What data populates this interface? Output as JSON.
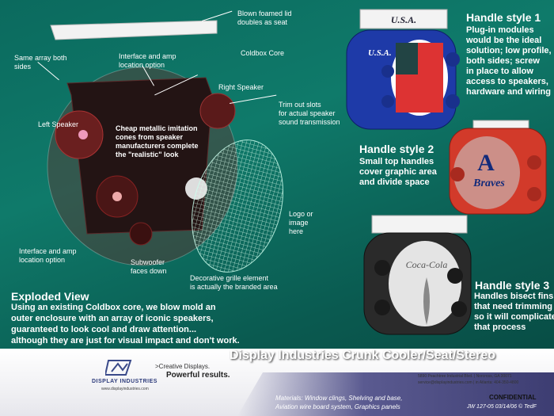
{
  "labels": {
    "lid": "Blown foamed lid\ndoubles as seat",
    "same_array": "Same array both\nsides",
    "interface_top": "Interface and amp\nlocation option",
    "coldbox": "Coldbox Core",
    "right_speaker": "Right Speaker",
    "left_speaker": "Left Speaker",
    "trim": "Trim out slots\nfor actual speaker\nsound transmission",
    "cones": "Cheap metallic imitation\ncones from speaker\nmanufacturers complete\nthe \"realistic\" look",
    "logo": "Logo or\nimage\nhere",
    "interface_bottom": "Interface and amp\nlocation option",
    "subwoofer": "Subwoofer\nfaces down",
    "grille": "Decorative grille element\nis actually the branded area"
  },
  "handles": [
    {
      "title": "Handle style 1",
      "desc": "Plug-in modules\nwould be the ideal\nsolution; low profile,\nboth sides; screw\nin place to allow\naccess to speakers,\nhardware and wiring"
    },
    {
      "title": "Handle style 2",
      "desc": "Small top handles\ncover graphic area\nand divide space"
    },
    {
      "title": "Handle style 3",
      "desc": "Handles bisect fins\nthat need trimming\nso it will complicate\nthat process"
    }
  ],
  "products": {
    "usa_text": "U.S.A.",
    "usa_top": "U.S.A.",
    "braves": "Braves",
    "coke": "Coca-Cola"
  },
  "exploded": {
    "title": "Exploded View",
    "body": "Using an existing Coldbox core, we blow mold an\nouter enclosure with an array of iconic speakers,\nguaranteed to look cool and draw attention...\nalthough they are just for visual impact and don't work."
  },
  "footer": {
    "headline": "Display Industries Crunk Cooler/Seat/Stereo",
    "company": "DISPLAY INDUSTRIES",
    "website": "www.displayindustries.com",
    "tagline1": ">Creative Displays.",
    "tagline2": "Powerful results.",
    "address1": "5890 Peachtree Industrial Blvd. | Norcross, GA 30071",
    "address2": "service@displayindustries.com | in Atlanta: 404-350-4800",
    "confidential": "CONFIDENTIAL",
    "materials": "Materials: Window clings, Shelving and base,\nAviation wire board system, Graphics panels",
    "job": "JW 127-05  03/14/06 © TedF"
  },
  "colors": {
    "bg": "#0b6a5e",
    "usa_blue": "#1e3aa8",
    "braves_red": "#d23a2a",
    "coke_dark": "#2a2a2a"
  }
}
